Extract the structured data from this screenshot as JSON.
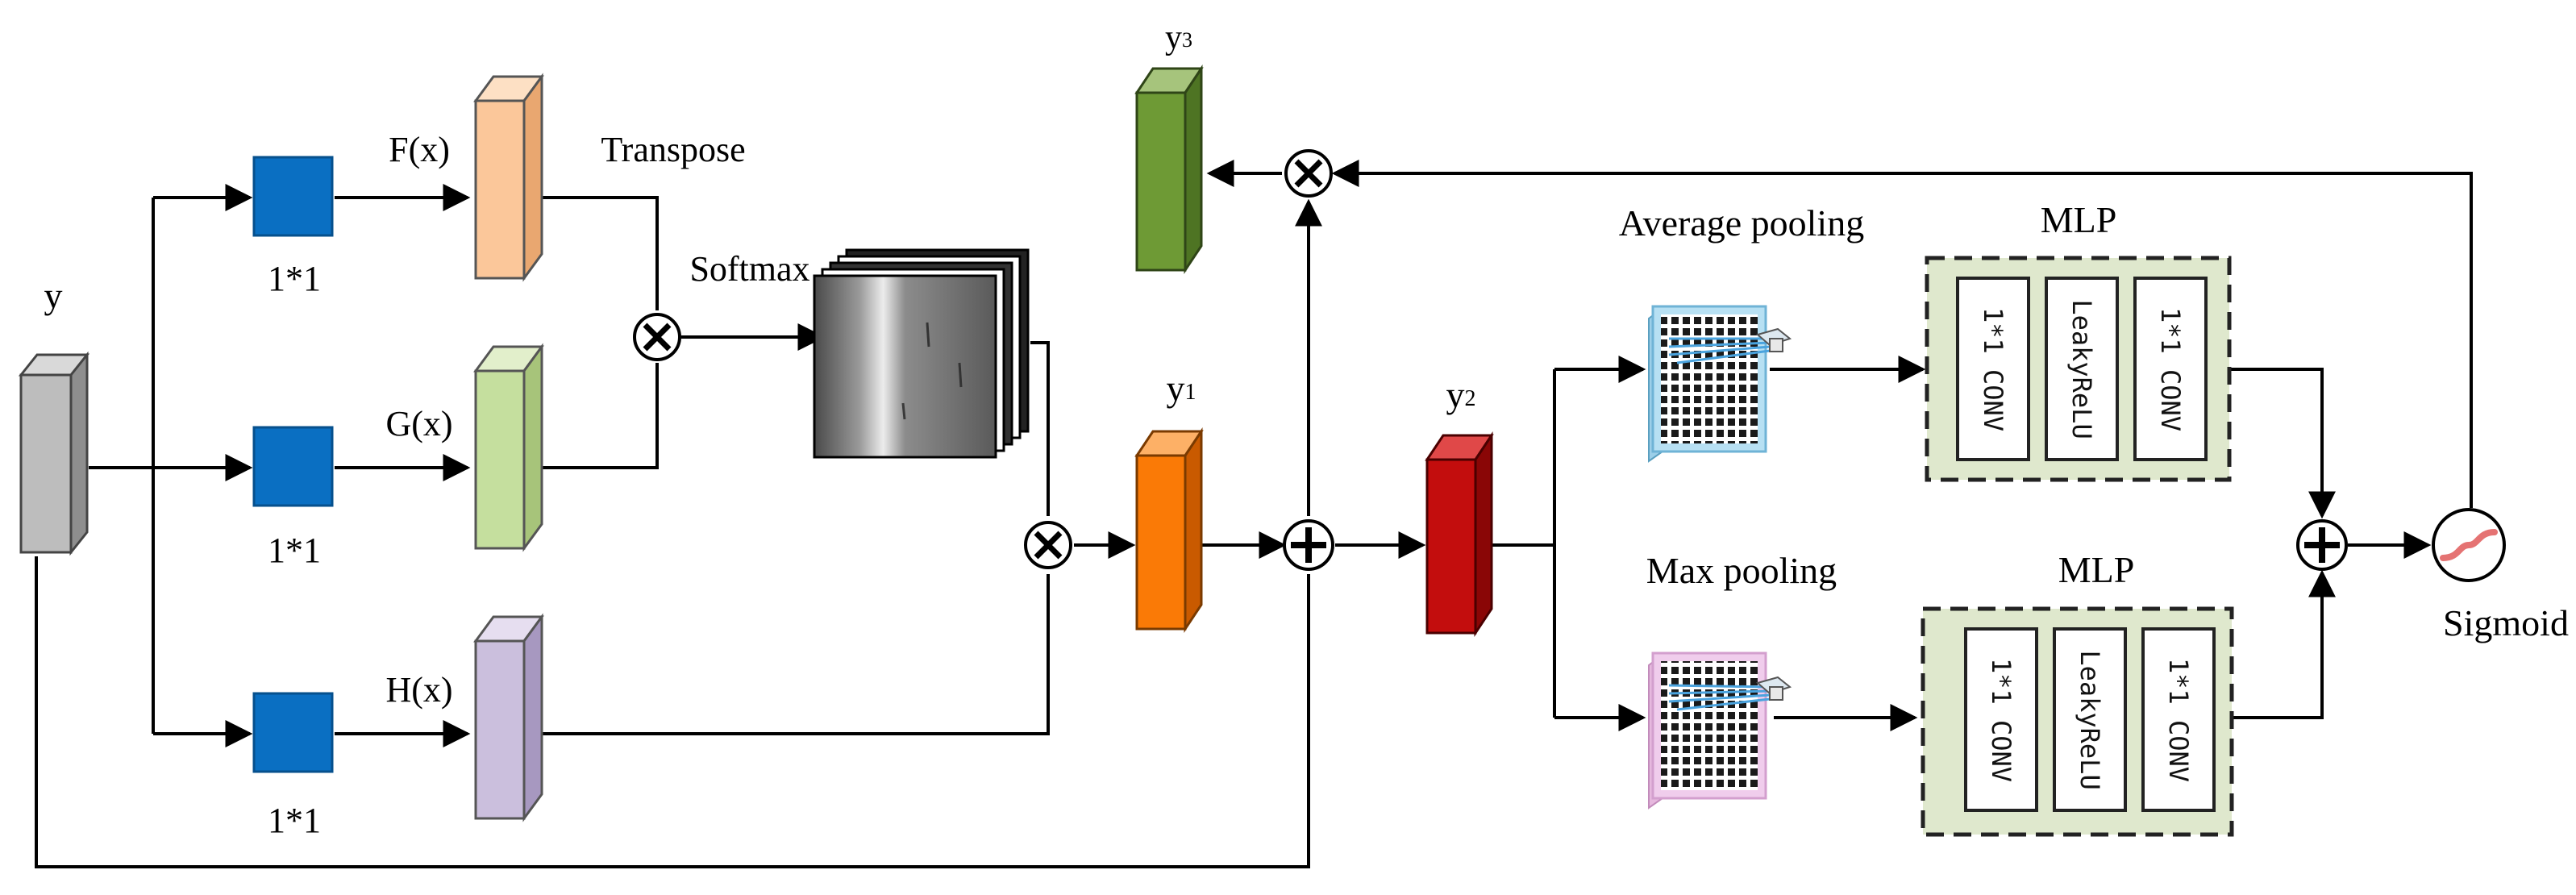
{
  "labels": {
    "input": "y",
    "f": "F(x)",
    "g": "G(x)",
    "h": "H(x)",
    "conv_top": "1*1",
    "conv_mid": "1*1",
    "conv_bot": "1*1",
    "transpose": "Transpose",
    "softmax": "Softmax",
    "y1_base": "y",
    "y1_sub": "1",
    "y2_base": "y",
    "y2_sub": "2",
    "y3_base": "y",
    "y3_sub": "3",
    "avg_pool": "Average pooling",
    "max_pool": "Max pooling",
    "mlp_top": "MLP",
    "mlp_bot": "MLP",
    "sigmoid": "Sigmoid"
  },
  "mlp_blocks": {
    "conv_a": "1*1  CONV",
    "act": "LeakyReLU",
    "conv_b": "1*1  CONV"
  },
  "colors": {
    "conv_blue": "#0a6fc2",
    "f_orange": "#fbc79a",
    "g_green": "#c5df9e",
    "h_purple": "#cbbfdd",
    "y_gray": "#bdbdbd",
    "y1_orange": "#fa7a06",
    "y2_red": "#c30d0d",
    "y3_green": "#6e9a35",
    "mlp_fill": "#dfe8cd"
  },
  "icons": {
    "multiply": "circle-times-icon",
    "add": "circle-plus-icon",
    "sigmoid": "sigmoid-curve-icon"
  }
}
